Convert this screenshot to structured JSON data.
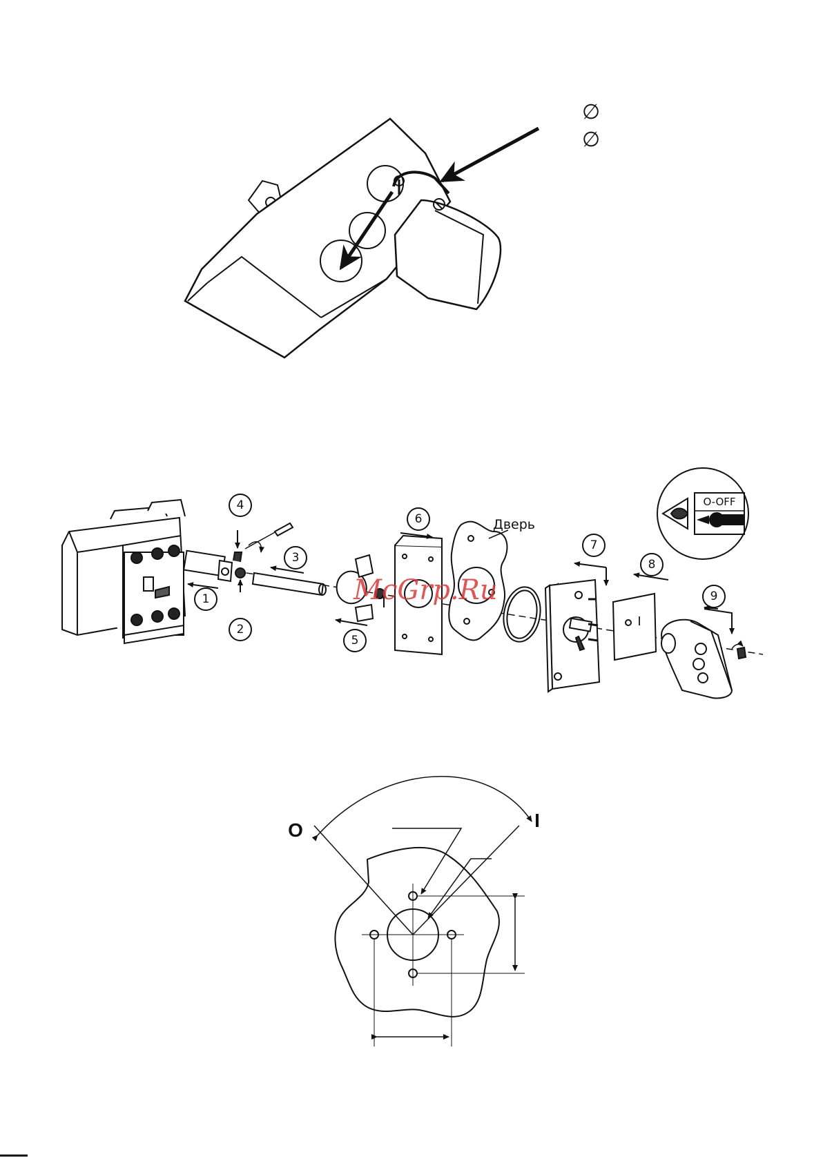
{
  "padlock": {
    "diameter_symbols": [
      "∅",
      "∅"
    ]
  },
  "assembly": {
    "steps": [
      "1",
      "2",
      "3",
      "4",
      "5",
      "6",
      "7",
      "8",
      "9"
    ],
    "door_label": "Дверь",
    "warning_label": "O-OFF",
    "plate_label": "I",
    "watermark": "McGrp.Ru"
  },
  "drilling": {
    "position_off": "O",
    "position_on": "I"
  }
}
